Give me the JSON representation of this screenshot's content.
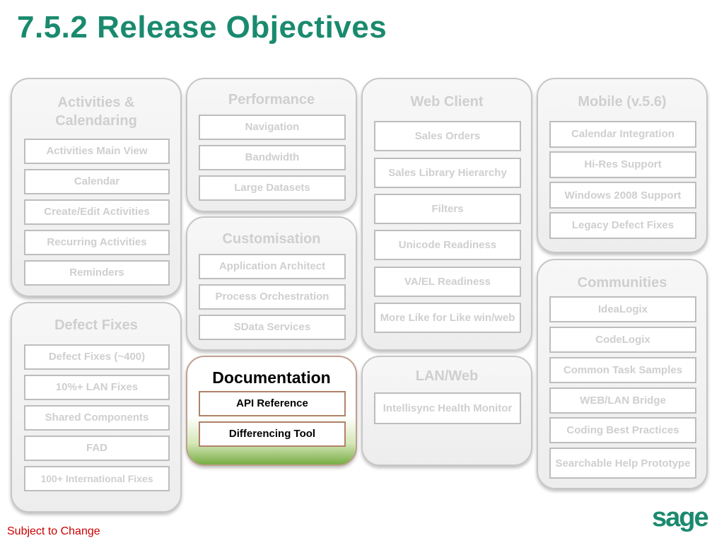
{
  "title": "7.5.2 Release Objectives",
  "footer": "Subject to Change",
  "logo_text": "sage",
  "colors": {
    "title": "#1a8a6e",
    "footer": "#cc0000",
    "logo": "#1a8a6e",
    "active_gradient": "#77ad45"
  },
  "panels": {
    "activities": {
      "title": "Activities & Calendaring",
      "items": [
        "Activities Main View",
        "Calendar",
        "Create/Edit Activities",
        "Recurring Activities",
        "Reminders"
      ]
    },
    "defects": {
      "title": "Defect Fixes",
      "items": [
        "Defect Fixes (~400)",
        "10%+ LAN Fixes",
        "Shared Components",
        "FAD",
        "100+ International Fixes"
      ]
    },
    "performance": {
      "title": "Performance",
      "items": [
        "Navigation",
        "Bandwidth",
        "Large Datasets"
      ]
    },
    "customisation": {
      "title": "Customisation",
      "items": [
        "Application Architect",
        "Process Orchestration",
        "SData Services"
      ]
    },
    "documentation": {
      "title": "Documentation",
      "items": [
        "API Reference",
        "Differencing  Tool"
      ]
    },
    "webclient": {
      "title": "Web Client",
      "items": [
        "Sales Orders",
        "Sales Library Hierarchy",
        "Filters",
        "Unicode Readiness",
        "VA/EL Readiness",
        "More  Like for Like win/web"
      ]
    },
    "lanweb": {
      "title": "LAN/Web",
      "items": [
        "Intellisync Health Monitor"
      ]
    },
    "mobile": {
      "title": "Mobile (v.5.6)",
      "items": [
        "Calendar Integration",
        "Hi-Res Support",
        "Windows 2008 Support",
        "Legacy Defect Fixes"
      ]
    },
    "communities": {
      "title": "Communities",
      "items": [
        "IdeaLogix",
        "CodeLogix",
        "Common Task Samples",
        "WEB/LAN Bridge",
        "Coding Best Practices",
        "Searchable Help Prototype"
      ]
    }
  }
}
